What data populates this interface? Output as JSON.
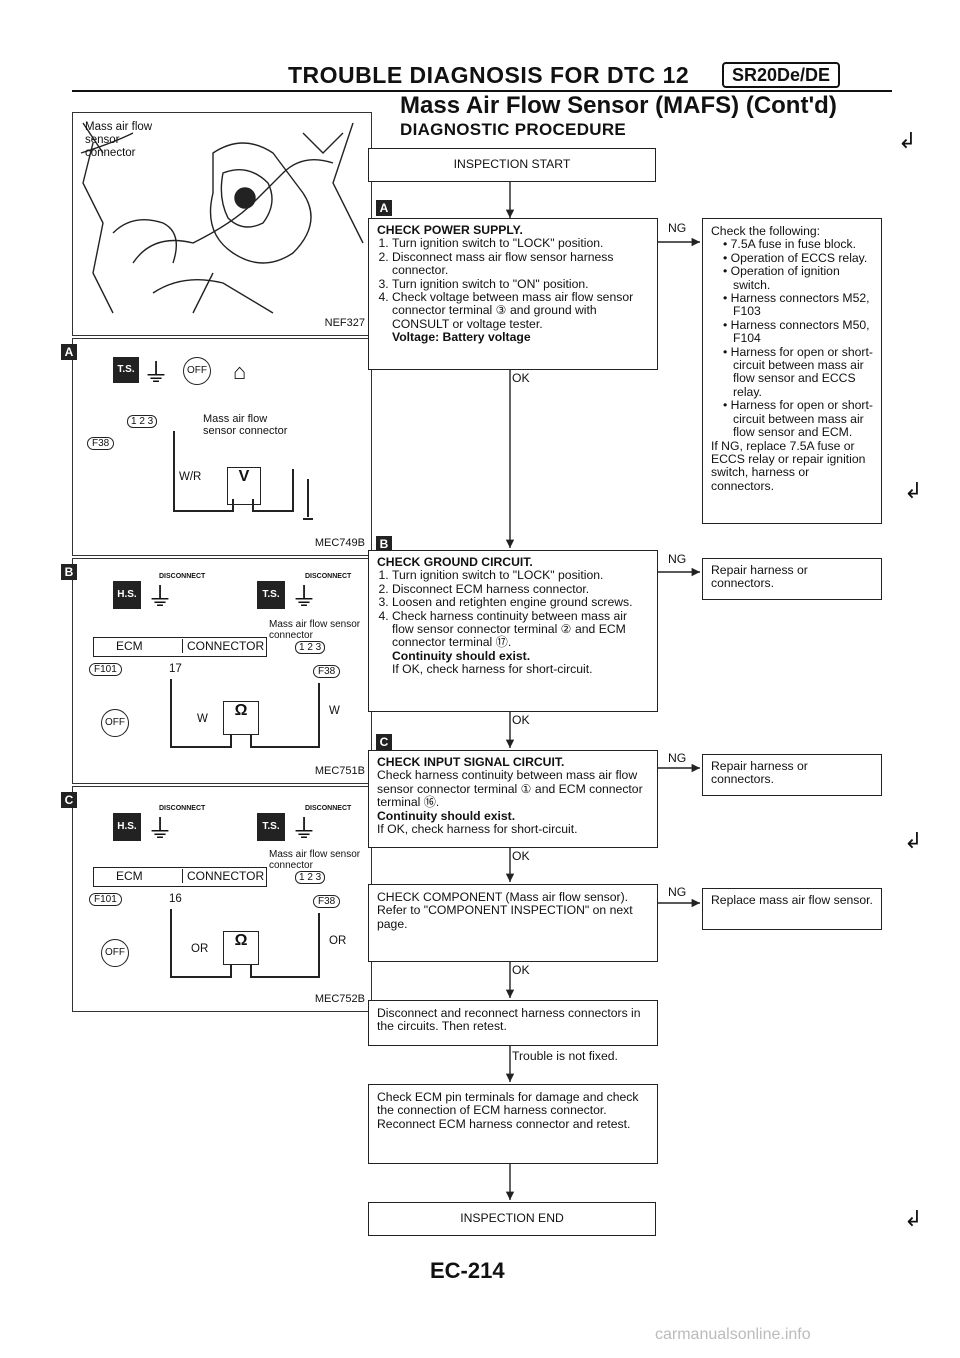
{
  "header": {
    "title": "TROUBLE DIAGNOSIS FOR DTC 12",
    "engine_badge": "SR20De/DE",
    "subtitle": "Mass Air Flow Sensor (MAFS) (Cont'd)",
    "section": "DIAGNOSTIC PROCEDURE"
  },
  "figures": {
    "fig1": {
      "callout": "Mass air flow sensor connector",
      "ref": "NEF327"
    },
    "figA": {
      "tag": "A",
      "connector_pins": "1 2 3",
      "connector_label": "Mass air flow sensor connector",
      "connector_id": "F38",
      "wire": "W/R",
      "meter": "V",
      "ref": "MEC749B"
    },
    "figB": {
      "tag": "B",
      "ecm": "ECM",
      "ecm_conn": "CONNECTOR",
      "ecm_id": "F101",
      "pin": "17",
      "sensor_label": "Mass air flow sensor connector",
      "sensor_pins": "1 2 3",
      "sensor_id": "F38",
      "wire_left": "W",
      "wire_right": "W",
      "meter": "Ω",
      "ref": "MEC751B",
      "hs": "H.S.",
      "ts": "T.S.",
      "disconnect": "DISCONNECT"
    },
    "figC": {
      "tag": "C",
      "ecm": "ECM",
      "ecm_conn": "CONNECTOR",
      "ecm_id": "F101",
      "pin": "16",
      "sensor_label": "Mass air flow sensor connector",
      "sensor_pins": "1 2 3",
      "sensor_id": "F38",
      "wire_left": "OR",
      "wire_right": "OR",
      "meter": "Ω",
      "ref": "MEC752B",
      "hs": "H.S.",
      "ts": "T.S.",
      "disconnect": "DISCONNECT"
    }
  },
  "flow": {
    "start": "INSPECTION START",
    "tagA": "A",
    "stepA": {
      "title": "CHECK POWER SUPPLY.",
      "items": [
        "Turn ignition switch to \"LOCK\" position.",
        "Disconnect mass air flow sensor harness connector.",
        "Turn ignition switch to \"ON\" position.",
        "Check voltage between mass air flow sensor connector terminal ③ and ground with CONSULT or voltage tester."
      ],
      "result": "Voltage: Battery voltage"
    },
    "ngA_label": "NG",
    "ngA": {
      "intro": "Check the following:",
      "items": [
        "7.5A fuse in fuse block.",
        "Operation of ECCS relay.",
        "Operation of ignition switch.",
        "Harness connectors M52, F103",
        "Harness connectors M50, F104",
        "Harness for open or short-circuit between mass air flow sensor and ECCS relay.",
        "Harness for open or short-circuit between mass air flow sensor and ECM."
      ],
      "outro": "If NG, replace 7.5A fuse or ECCS relay or repair ignition switch, harness or connectors."
    },
    "okA": "OK",
    "tagB": "B",
    "stepB": {
      "title": "CHECK GROUND CIRCUIT.",
      "items": [
        "Turn ignition switch to \"LOCK\" position.",
        "Disconnect ECM harness connector.",
        "Loosen and retighten engine ground screws.",
        "Check harness continuity between mass air flow sensor connector terminal ② and ECM connector terminal ⑰."
      ],
      "result": "Continuity should exist.",
      "note": "If OK, check harness for short-circuit."
    },
    "ngB_label": "NG",
    "ngB": "Repair harness or connectors.",
    "okB": "OK",
    "tagC": "C",
    "stepC": {
      "title": "CHECK INPUT SIGNAL CIRCUIT.",
      "body": "Check harness continuity between mass air flow sensor connector terminal ① and ECM connector terminal ⑯.",
      "result": "Continuity should exist.",
      "note": "If OK, check harness for short-circuit."
    },
    "ngC_label": "NG",
    "ngC": "Repair harness or connectors.",
    "okC": "OK",
    "stepD": {
      "body": "CHECK COMPONENT (Mass air flow sensor). Refer to \"COMPONENT INSPECTION\" on next page."
    },
    "ngD_label": "NG",
    "ngD": "Replace mass air flow sensor.",
    "okD": "OK",
    "stepE": "Disconnect and reconnect harness connectors in the circuits. Then retest.",
    "notfixed": "Trouble is not fixed.",
    "stepF": "Check ECM pin terminals for damage and check the connection of ECM harness connector. Reconnect ECM harness connector and retest.",
    "end": "INSPECTION END"
  },
  "footer": {
    "page": "EC-214",
    "watermark": "carmanualsonline.info"
  }
}
